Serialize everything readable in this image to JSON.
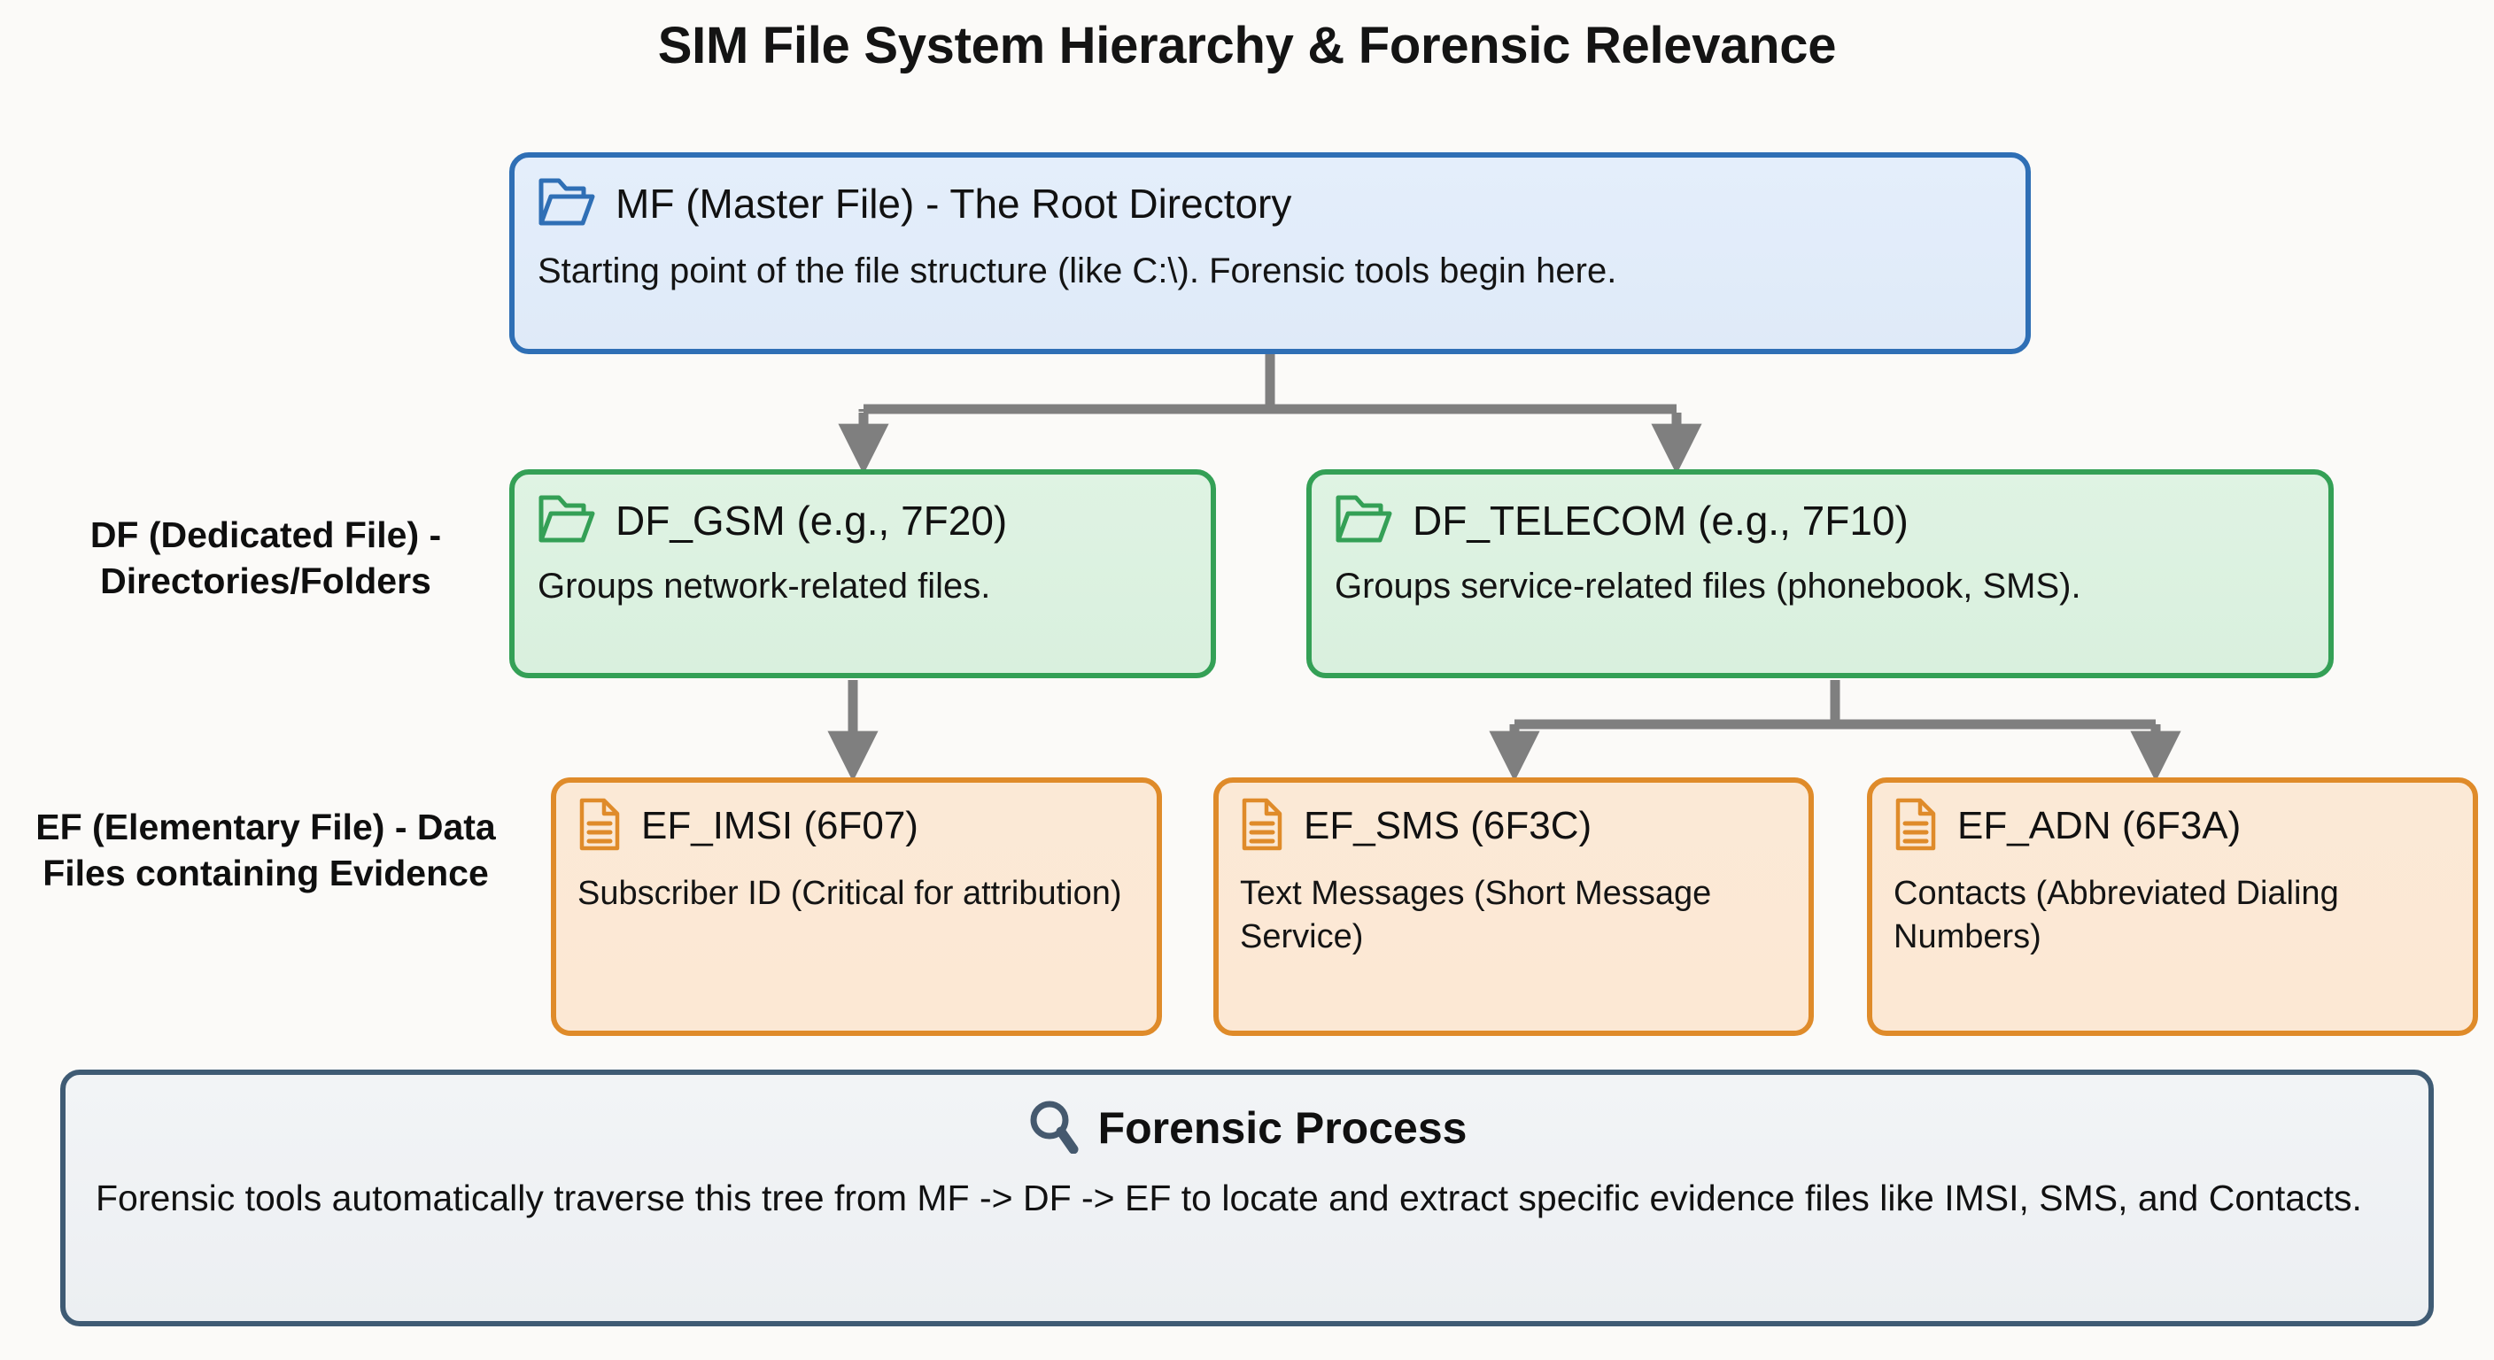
{
  "title": "SIM File System Hierarchy & Forensic Relevance",
  "colors": {
    "background": "#fbfaf8",
    "mf_border": "#2f6fb5",
    "mf_fill": "#e1ecfa",
    "df_border": "#34a056",
    "df_fill": "#dcf1e1",
    "ef_border": "#df8b2a",
    "ef_fill": "#fbe8d5",
    "process_border": "#3f5b74",
    "process_fill": "#eff2f4",
    "connector": "#7f7f7f",
    "text": "#111111"
  },
  "row_labels": {
    "df": "DF (Dedicated File) - Directories/Folders",
    "ef": "EF (Elementary File) - Data Files containing Evidence"
  },
  "nodes": {
    "mf": {
      "icon": "folder-icon",
      "title": "MF (Master File) - The Root Directory",
      "desc": "Starting point of the file structure (like C:\\). Forensic tools begin here."
    },
    "df_gsm": {
      "icon": "folder-icon",
      "title": "DF_GSM (e.g., 7F20)",
      "desc": "Groups network-related files."
    },
    "df_telecom": {
      "icon": "folder-icon",
      "title": "DF_TELECOM (e.g., 7F10)",
      "desc": "Groups service-related files (phonebook, SMS)."
    },
    "ef_imsi": {
      "icon": "document-icon",
      "title": "EF_IMSI (6F07)",
      "desc": "Subscriber ID (Critical for attribution)"
    },
    "ef_sms": {
      "icon": "document-icon",
      "title": "EF_SMS (6F3C)",
      "desc": "Text Messages (Short Message Service)"
    },
    "ef_adn": {
      "icon": "document-icon",
      "title": "EF_ADN (6F3A)",
      "desc": "Contacts (Abbreviated Dialing Numbers)"
    }
  },
  "process": {
    "icon": "magnifier-icon",
    "title": "Forensic Process",
    "body": "Forensic tools automatically traverse this tree from MF -> DF -> EF to locate and extract specific evidence files like IMSI, SMS, and Contacts."
  }
}
